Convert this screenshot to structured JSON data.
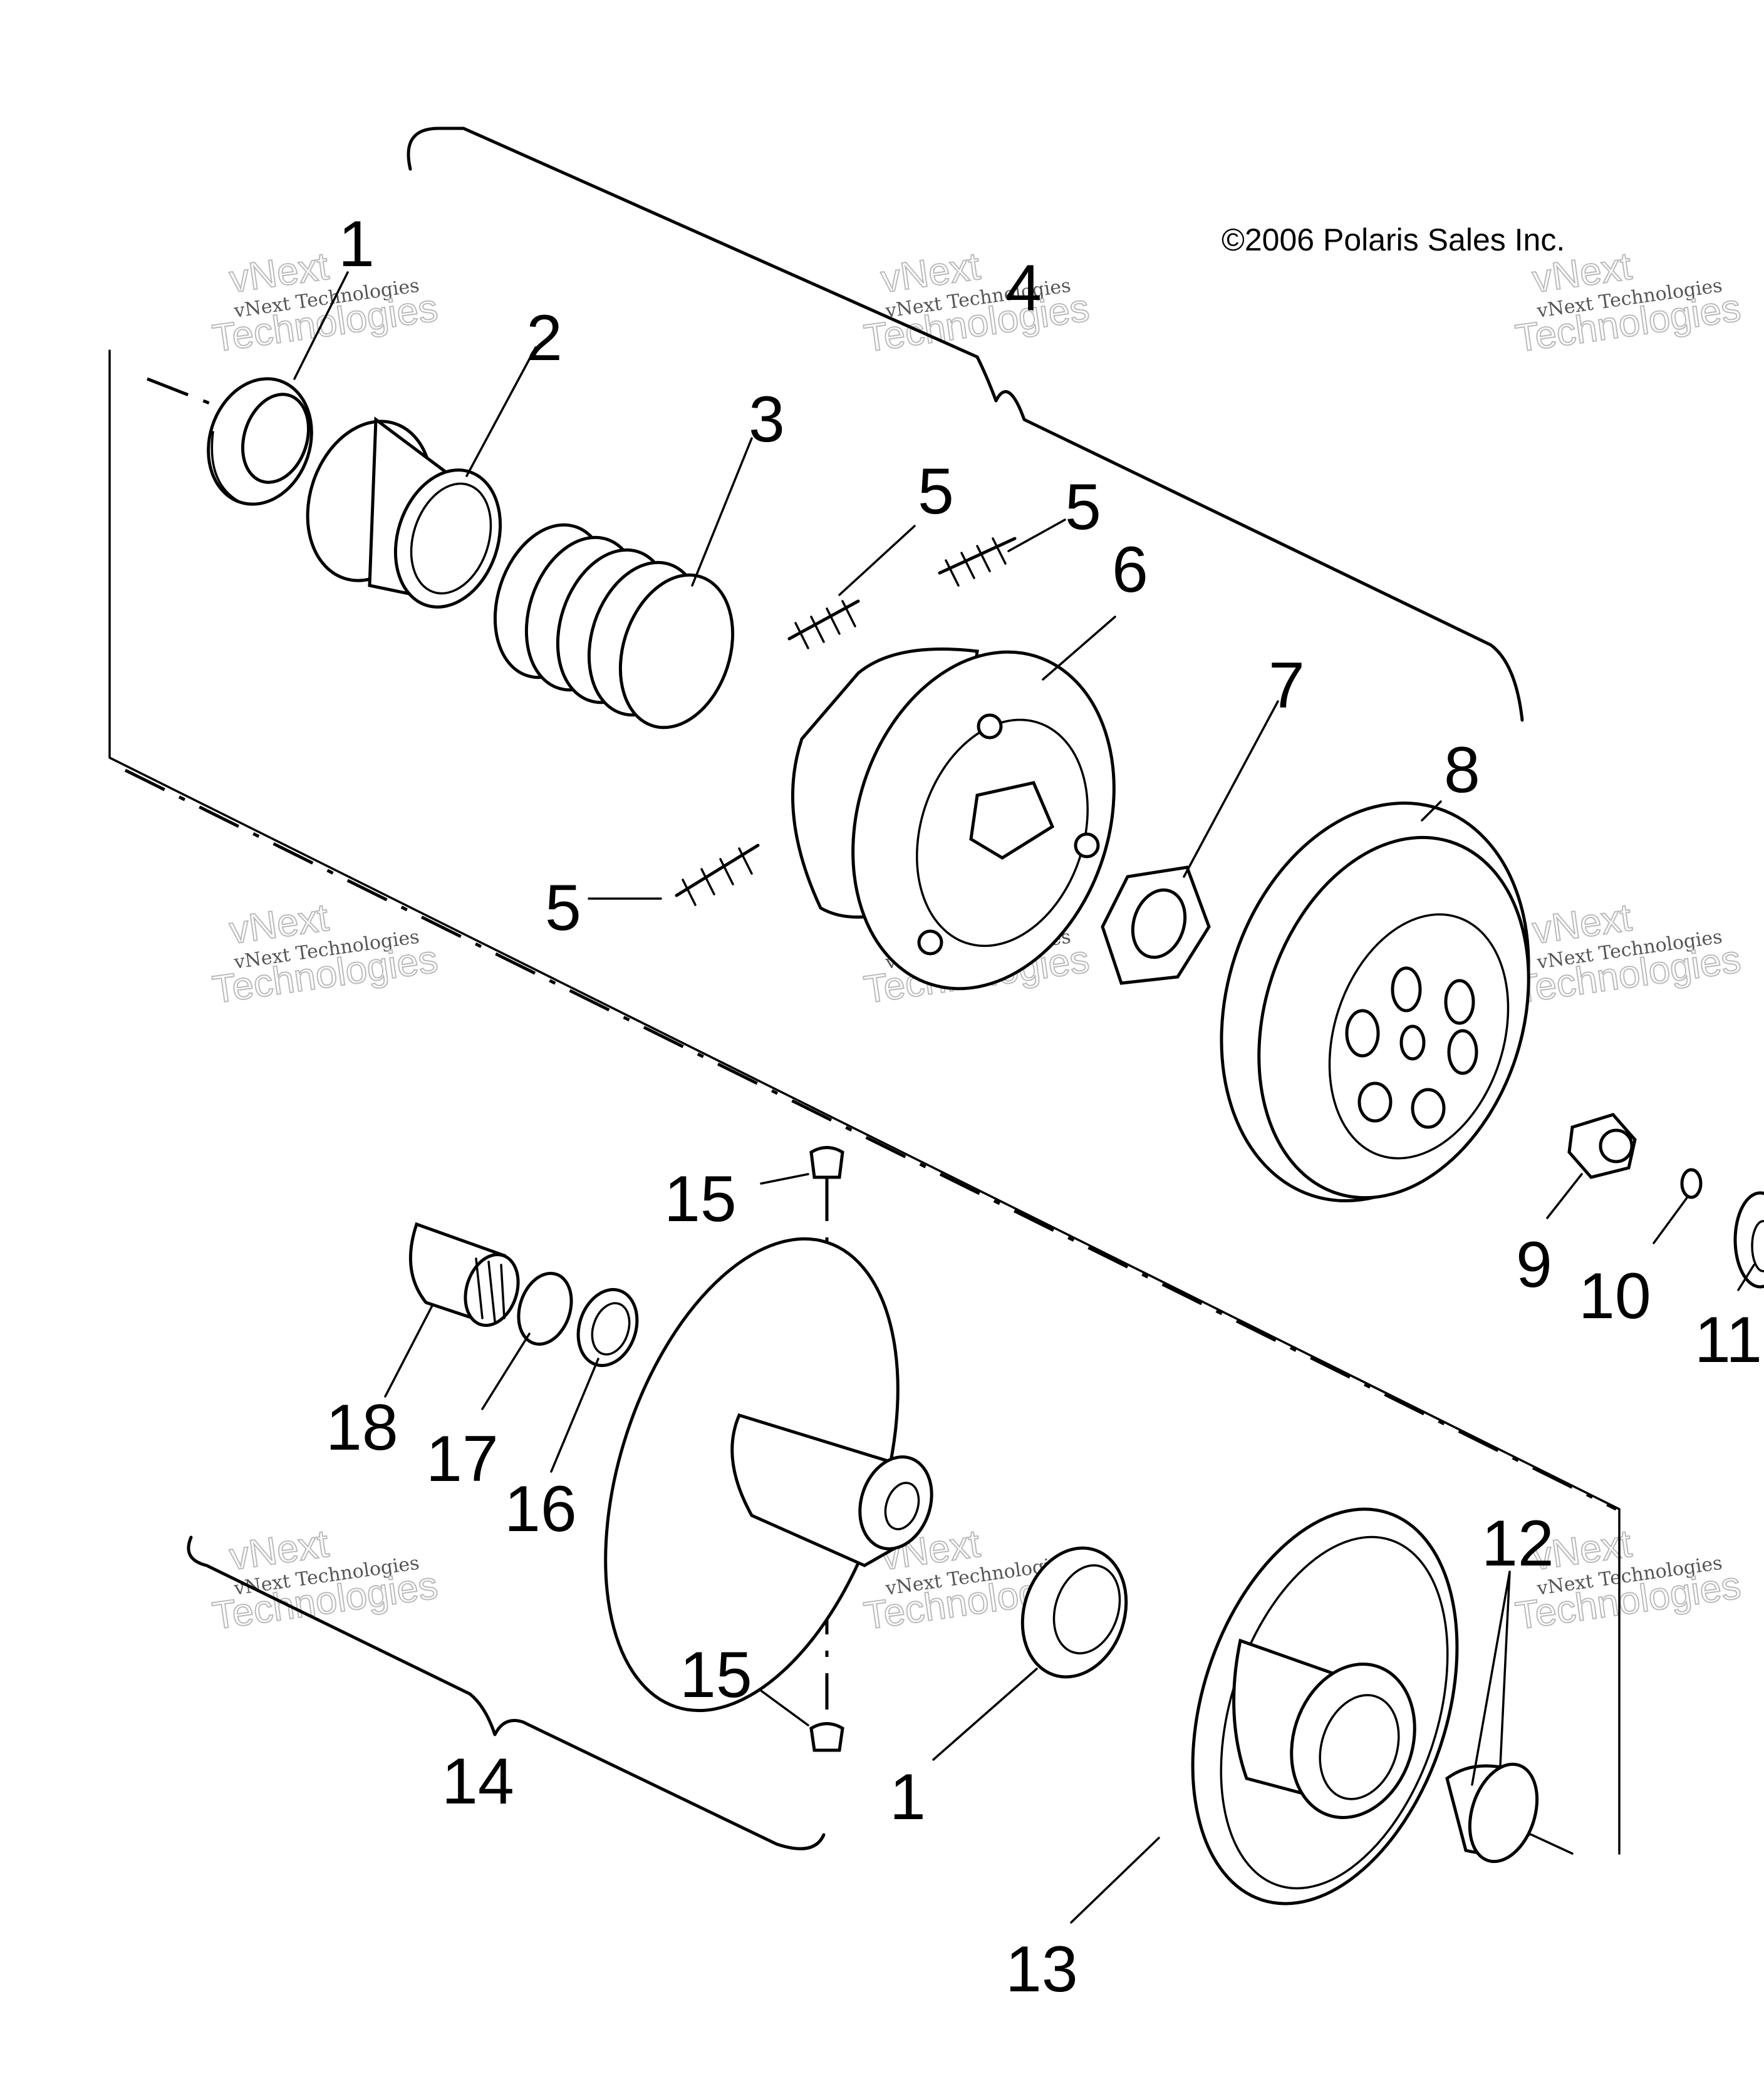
{
  "copyright": "©2006 Polaris Sales Inc.",
  "watermark": {
    "line1": "vNext Technologies",
    "line2": "Technologies",
    "line3": "vNext"
  },
  "callouts": {
    "c1a": "1",
    "c1b": "1",
    "c2": "2",
    "c3": "3",
    "c4": "4",
    "c5a": "5",
    "c5b": "5",
    "c5c": "5",
    "c6": "6",
    "c7": "7",
    "c8": "8",
    "c9": "9",
    "c10": "10",
    "c11": "11",
    "c12": "12",
    "c13": "13",
    "c14": "14",
    "c15a": "15",
    "c15b": "15",
    "c16": "16",
    "c17": "17",
    "c18": "18"
  }
}
